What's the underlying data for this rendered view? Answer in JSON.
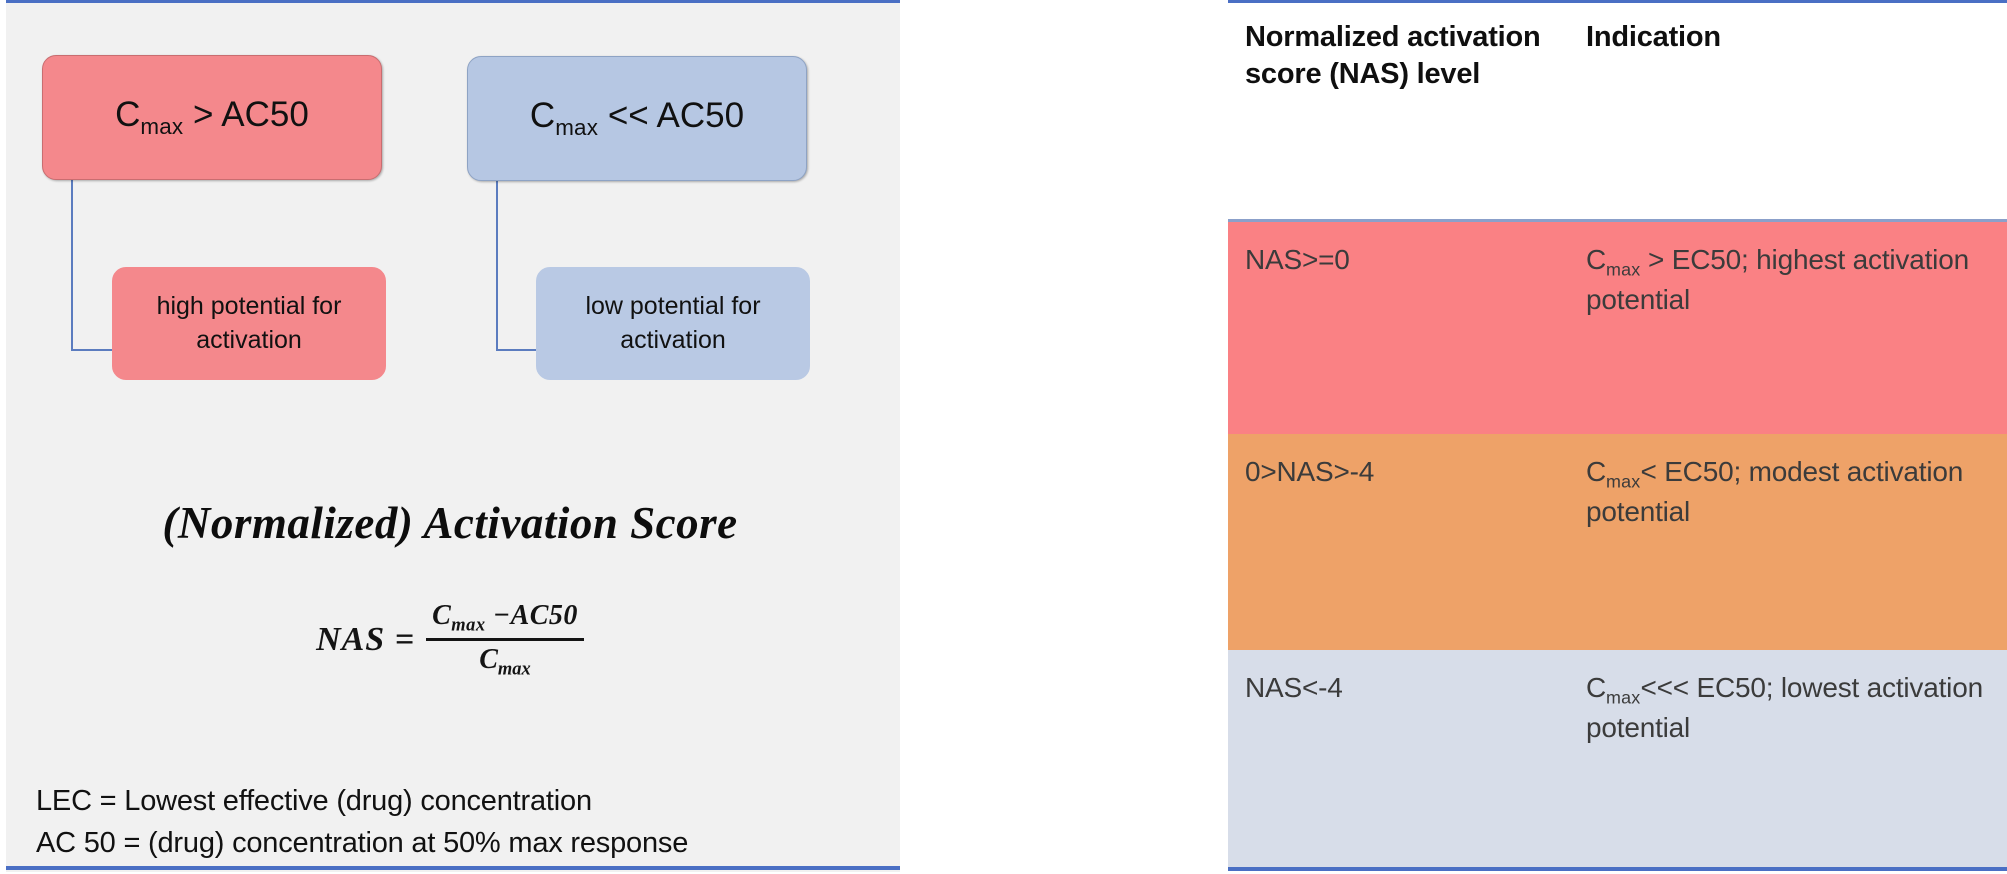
{
  "colors": {
    "accent_rule": "#4a6fc4",
    "red": "#f4888c",
    "blue": "#b6c7e3",
    "row_red": "#fa8184",
    "row_orange": "#eea268",
    "row_blue": "#d7dde9",
    "panel_bg": "#f1f1f1"
  },
  "flow": {
    "top_left": {
      "prefix": "C",
      "sub": "max",
      "suffix": " > AC50"
    },
    "top_right": {
      "prefix": "C",
      "sub": "max",
      "suffix": " << AC50"
    },
    "sub_left": "high potential for activation",
    "sub_right": "low potential for activation"
  },
  "score": {
    "title": "(Normalized) Activation Score",
    "formula": {
      "lhs": "NAS =",
      "numerator_prefix": "C",
      "numerator_sub": "max",
      "numerator_suffix": " −AC50",
      "denominator_prefix": "C",
      "denominator_sub": "max"
    }
  },
  "legend": {
    "line1": "LEC = Lowest effective (drug) concentration",
    "line2": "AC 50 = (drug) concentration at 50% max response"
  },
  "table": {
    "headers": {
      "level": "Normalized activation score (NAS) level",
      "indication": "Indication"
    },
    "rows": [
      {
        "level": "NAS>=0",
        "indication_prefix": "C",
        "indication_sub": "max",
        "indication_suffix": " > EC50; highest activation potential",
        "color": "#fa8184"
      },
      {
        "level": "0>NAS>-4",
        "indication_prefix": "C",
        "indication_sub": "max",
        "indication_suffix": "<  EC50; modest activation potential",
        "color": "#eea268"
      },
      {
        "level": "NAS<-4",
        "indication_prefix": "C",
        "indication_sub": "max",
        "indication_suffix": "<<< EC50; lowest activation potential",
        "color": "#d7dde9"
      }
    ]
  }
}
